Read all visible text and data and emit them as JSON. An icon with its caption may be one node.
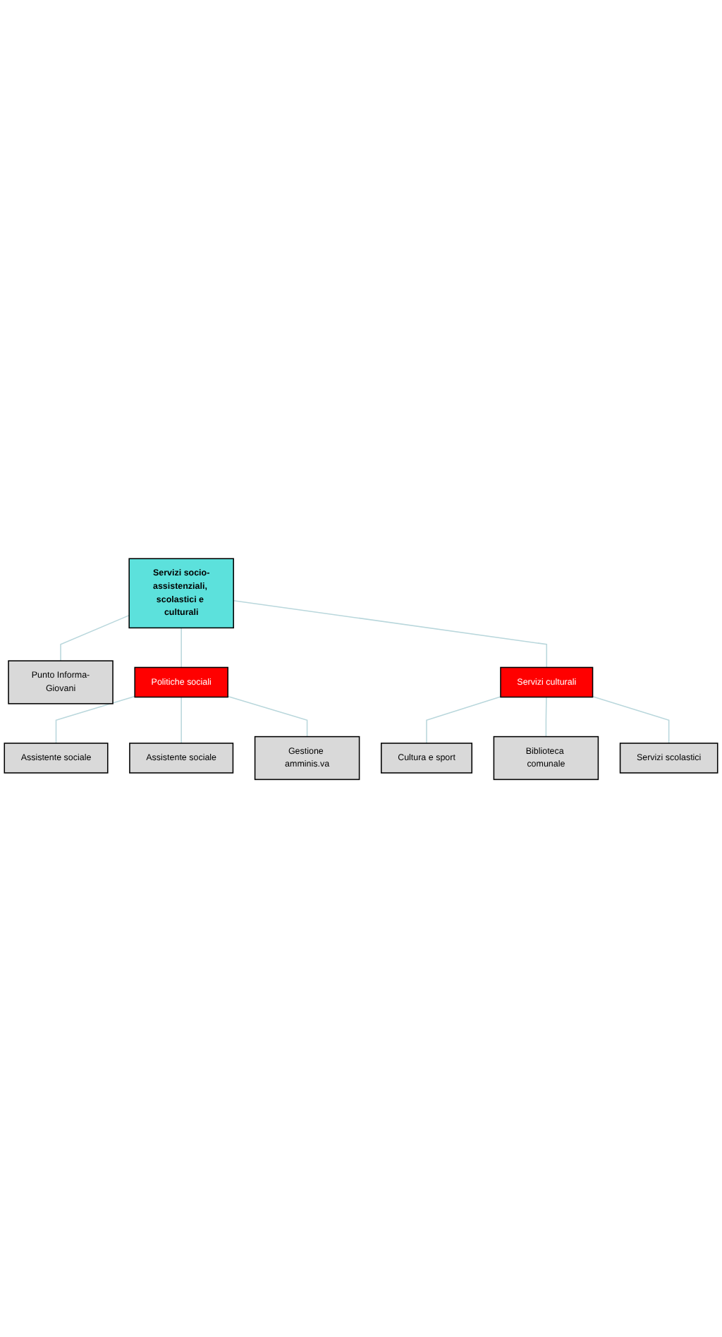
{
  "diagram": {
    "nodes": [
      {
        "text": [
          "Servizi socio-assistenziali, scolastici e culturali"
        ]
      },
      {
        "text": [
          "Punto Informa-Giovani"
        ]
      },
      {
        "text": [
          "Politiche sociali"
        ]
      },
      {
        "text": [
          "Servizi culturali"
        ]
      },
      {
        "text": [
          "Assistente sociale"
        ]
      },
      {
        "text": [
          "Assistente sociale"
        ]
      },
      {
        "text": [
          "Gestione amminis.va"
        ]
      },
      {
        "text": [
          "Cultura e sport"
        ]
      },
      {
        "text": [
          "Biblioteca comunale"
        ]
      },
      {
        "text": [
          "Servizi scolastici"
        ]
      }
    ],
    "edges": [
      {
        "from": 0,
        "to": 1,
        "arrow": "none"
      },
      {
        "from": 0,
        "to": 2,
        "arrow": "none"
      },
      {
        "from": 0,
        "to": 3,
        "arrow": "none"
      },
      {
        "from": 2,
        "to": 4,
        "arrow": "none"
      },
      {
        "from": 2,
        "to": 5,
        "arrow": "none"
      },
      {
        "from": 2,
        "to": 6,
        "arrow": "none"
      },
      {
        "from": 3,
        "to": 7,
        "arrow": "none"
      },
      {
        "from": 3,
        "to": 8,
        "arrow": "none"
      },
      {
        "from": 3,
        "to": 9,
        "arrow": "none"
      }
    ]
  }
}
